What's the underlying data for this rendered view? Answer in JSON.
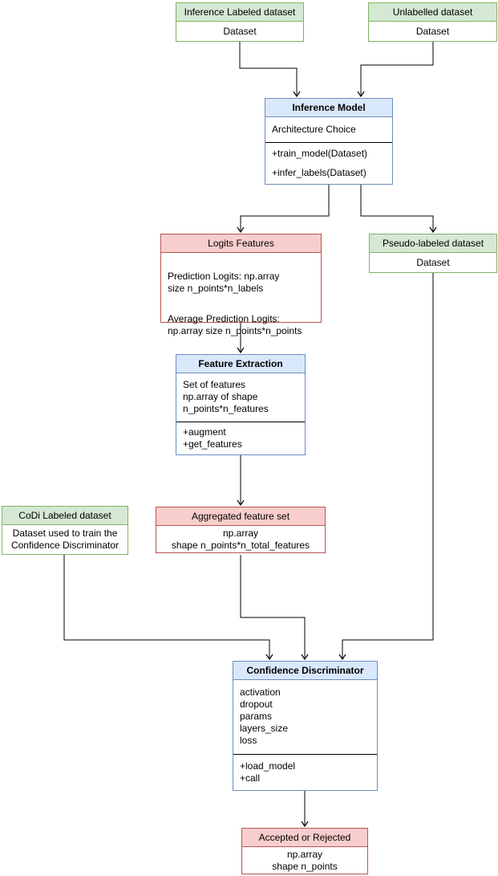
{
  "diagram": {
    "title": "Confidence Discriminator pipeline UML diagram",
    "colors": {
      "dataset_fill": "#d5e8d4",
      "dataset_border": "#82b366",
      "class_fill": "#dae8fc",
      "class_border": "#6c8ebf",
      "artifact_fill": "#f8cecc",
      "artifact_border": "#b85450",
      "connector": "#000000",
      "background": "#ffffff",
      "text": "#000000"
    },
    "nodes": {
      "inference_labeled_dataset": {
        "title": "Inference Labeled dataset",
        "body": "Dataset"
      },
      "unlabelled_dataset": {
        "title": "Unlabelled dataset",
        "body": "Dataset"
      },
      "inference_model": {
        "title": "Inference Model",
        "attributes": "Architecture Choice",
        "methods": [
          "+train_model(Dataset)",
          "+infer_labels(Dataset)"
        ]
      },
      "logits_features": {
        "title": "Logits Features",
        "body_para1": "Prediction Logits: np.array\nsize n_points*n_labels",
        "body_para2": "Average Prediction Logits:\nnp.array size n_points*n_points"
      },
      "pseudo_labeled_dataset": {
        "title": "Pseudo-labeled dataset",
        "body": "Dataset"
      },
      "feature_extraction": {
        "title": "Feature Extraction",
        "attributes": "Set of features\nnp.array of shape\nn_points*n_features",
        "methods": "+augment\n+get_features"
      },
      "codi_labeled_dataset": {
        "title": "CoDi Labeled dataset",
        "body": "Dataset used to train the\nConfidence Discriminator"
      },
      "aggregated_feature_set": {
        "title": "Aggregated feature set",
        "body": "np.array\nshape n_points*n_total_features"
      },
      "confidence_discriminator": {
        "title": "Confidence Discriminator",
        "attributes": "activation\ndropout\nparams\nlayers_size\nloss",
        "methods": "+load_model\n+call"
      },
      "accepted_or_rejected": {
        "title": "Accepted or Rejected",
        "body": "np.array\nshape n_points"
      }
    }
  }
}
